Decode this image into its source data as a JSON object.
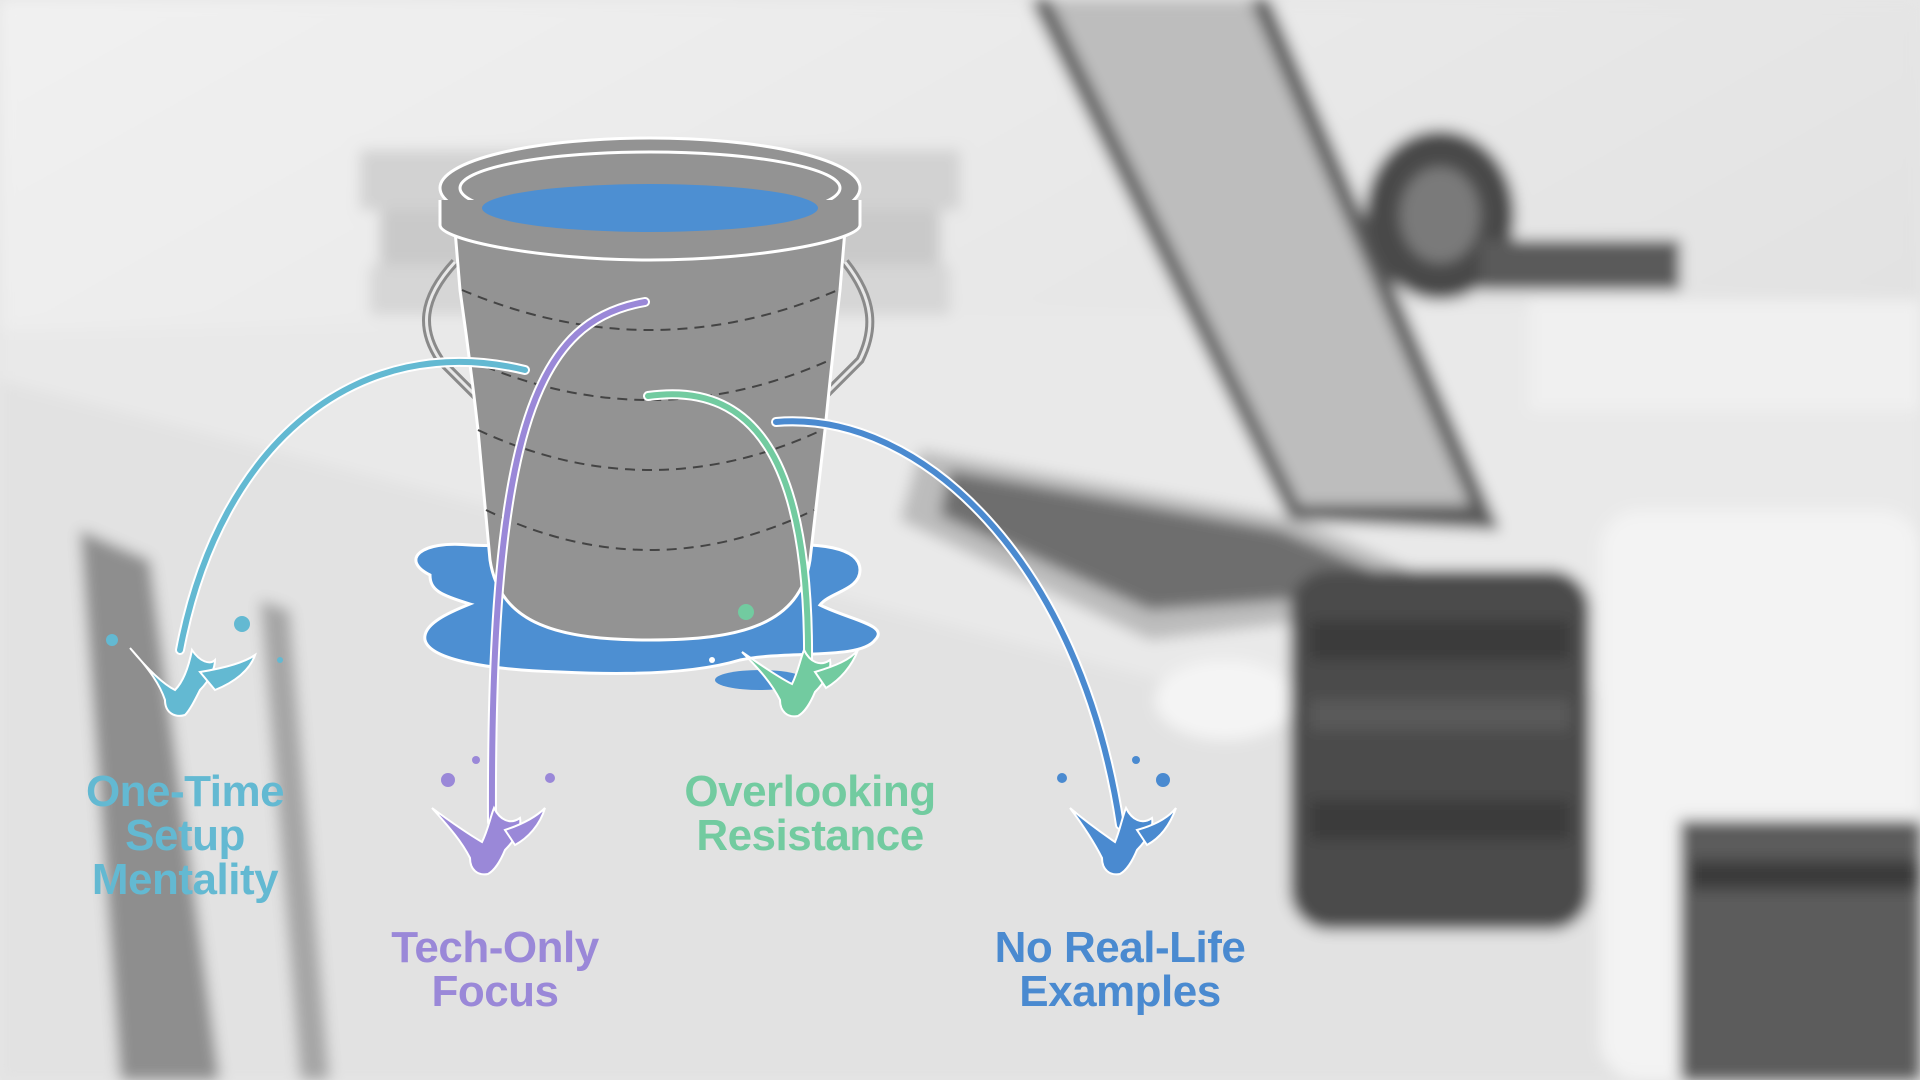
{
  "colors": {
    "cyan": "#63b9d2",
    "purple": "#9a88d8",
    "green": "#72cba0",
    "blue": "#4a8ad0",
    "bucket": "#939393",
    "water": "#4d8fd2",
    "background": "#e6e6e6"
  },
  "leaks": [
    {
      "id": "one-time",
      "lines": [
        "One-Time",
        "Setup",
        "Mentality"
      ],
      "color": "#63b9d2"
    },
    {
      "id": "tech-only",
      "lines": [
        "Tech-Only",
        "Focus"
      ],
      "color": "#9a88d8"
    },
    {
      "id": "overlooking",
      "lines": [
        "Overlooking",
        "Resistance"
      ],
      "color": "#72cba0"
    },
    {
      "id": "real-life",
      "lines": [
        "No Real-Life",
        "Examples"
      ],
      "color": "#4a8ad0"
    }
  ]
}
